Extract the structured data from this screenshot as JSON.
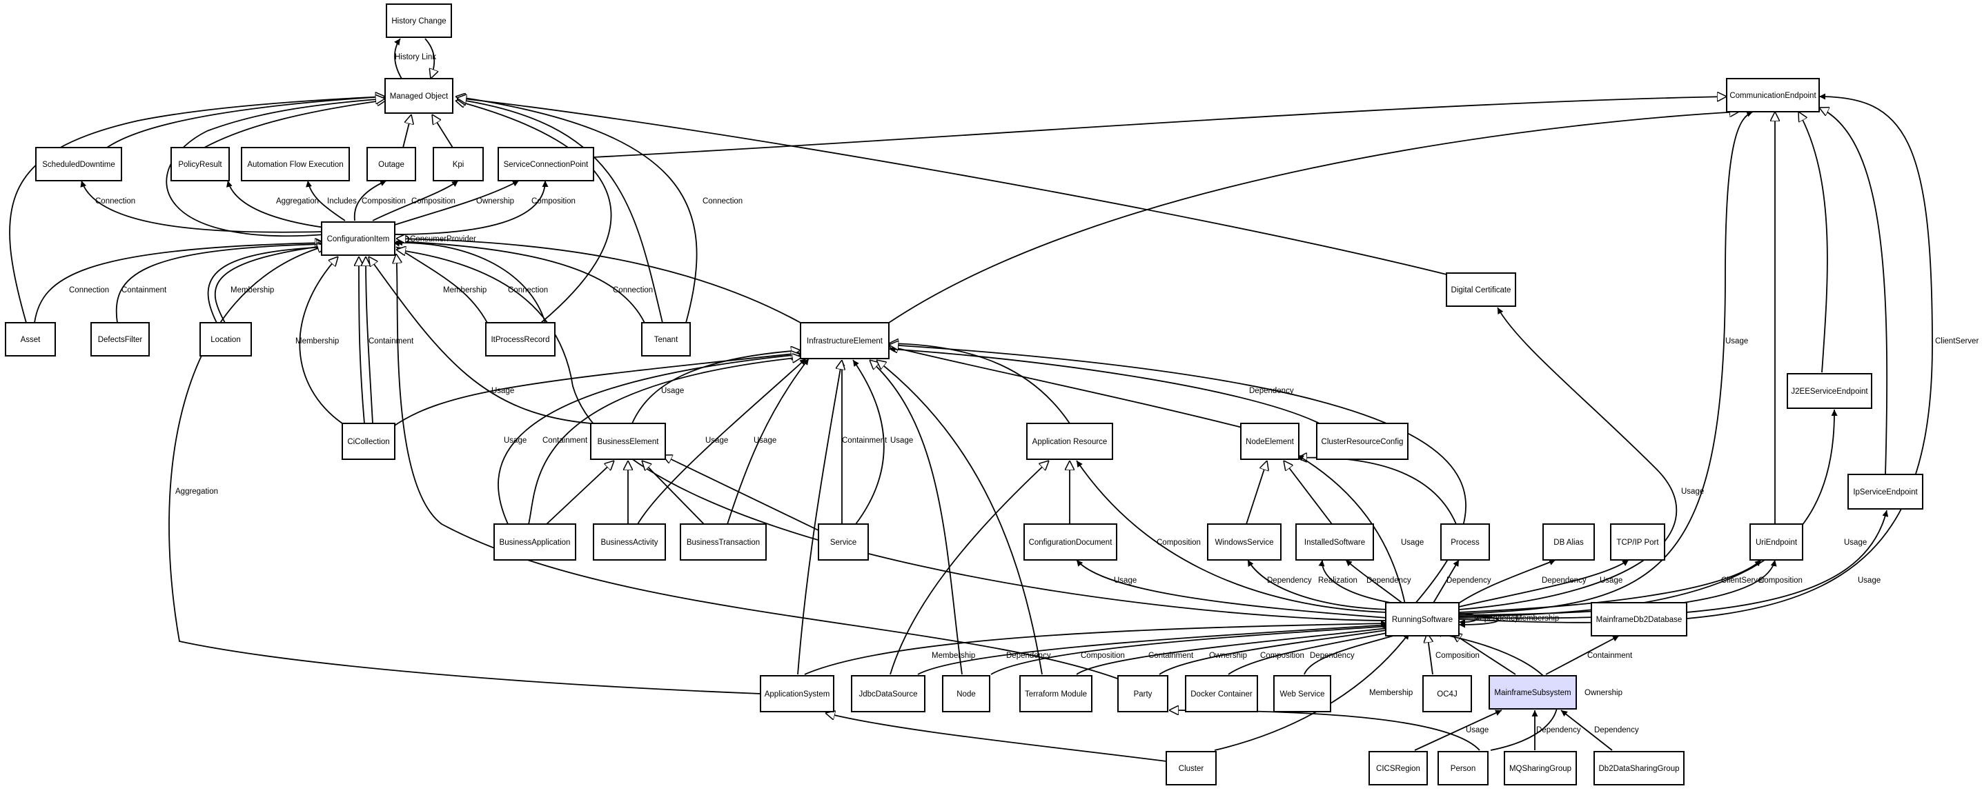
{
  "diagram": {
    "highlight_color": "#dcdcff",
    "nodes": {
      "history_change": "History Change",
      "managed_object": "Managed Object",
      "communication_endpoint": "CommunicationEndpoint",
      "scheduled_downtime": "ScheduledDowntime",
      "policy_result": "PolicyResult",
      "automation_flow_execution": "Automation Flow Execution",
      "outage": "Outage",
      "kpi": "Kpi",
      "service_connection_point": "ServiceConnectionPoint",
      "configuration_item": "ConfigurationItem",
      "asset": "Asset",
      "defects_filter": "DefectsFilter",
      "location": "Location",
      "it_process_record": "ItProcessRecord",
      "tenant": "Tenant",
      "infrastructure_element": "InfrastructureElement",
      "digital_certificate": "Digital Certificate",
      "ci_collection": "CiCollection",
      "business_element": "BusinessElement",
      "application_resource": "Application Resource",
      "node_element": "NodeElement",
      "cluster_resource_config": "ClusterResourceConfig",
      "j2ee_service_endpoint": "J2EEServiceEndpoint",
      "business_application": "BusinessApplication",
      "business_activity": "BusinessActivity",
      "business_transaction": "BusinessTransaction",
      "service": "Service",
      "configuration_document": "ConfigurationDocument",
      "windows_service": "WindowsService",
      "installed_software": "InstalledSoftware",
      "process": "Process",
      "db_alias": "DB Alias",
      "tcpip_port": "TCP/IP Port",
      "uri_endpoint": "UriEndpoint",
      "ip_service_endpoint": "IpServiceEndpoint",
      "running_software": "RunningSoftware",
      "mainframe_db2_database": "MainframeDb2Database",
      "application_system": "ApplicationSystem",
      "jdbc_data_source": "JdbcDataSource",
      "node": "Node",
      "terraform_module": "Terraform Module",
      "party": "Party",
      "docker_container": "Docker Container",
      "web_service": "Web Service",
      "oc4j": "OC4J",
      "mainframe_subsystem": "MainframeSubsystem",
      "cluster": "Cluster",
      "cics_region": "CICSRegion",
      "person": "Person",
      "mq_sharing_group": "MQSharingGroup",
      "db2_data_sharing_group": "Db2DataSharingGroup"
    },
    "edge_labels": {
      "history_link": "History Link",
      "consumer_provider": "ConsumerProvider",
      "ci_connection_scheduled": "Connection",
      "ci_aggregation_policy": "Aggregation",
      "ci_includes_automation": "Includes",
      "ci_composition_outage": "Composition",
      "ci_composition_kpi": "Composition",
      "ci_ownership_scp": "Ownership",
      "ci_composition_scp": "Composition",
      "ci_connection_tenant": "Connection",
      "ci_connection_asset": "Connection",
      "ci_containment_defects": "Containment",
      "ci_membership_location": "Membership",
      "ci_membership_itpr": "Membership",
      "ci_connection_itpr": "Connection",
      "ci_connection_tenant2": "Connection",
      "ci_membership_cicoll": "Membership",
      "ci_containment_cicoll": "Containment",
      "ci_usage_cicoll": "Usage",
      "ci_aggregation_appsys": "Aggregation",
      "ie_usage_be": "Usage",
      "ie_usage_bapp": "Usage",
      "ie_containment_bapp": "Containment",
      "ie_usage_bact": "Usage",
      "ie_usage_btx": "Usage",
      "ie_containment_service": "Containment",
      "ie_usage_service": "Usage",
      "ie_dependency_crc": "Dependency",
      "rs_composition_appres": "Composition",
      "rs_usage_confdoc": "Usage",
      "rs_dependency_winsvc": "Dependency",
      "rs_realization_instsw": "Realization",
      "rs_dependency_instsw": "Dependency",
      "rs_usage_nodeel": "Usage",
      "rs_dependency_process": "Dependency",
      "rs_dependency_dbalias": "Dependency",
      "rs_usage_tcpip": "Usage",
      "rs_clientserver_uri": "ClientServer",
      "rs_composition_uri": "Composition",
      "rs_usage_ipse": "Usage",
      "rs_usage_ipse2": "Usage",
      "rs_usage_j2ee": "Usage",
      "rs_usage_comm": "Usage",
      "rs_usage_digicert": "Usage",
      "rs_clientserver_comm": "ClientServer",
      "rs_dependency_self": "Dependency",
      "rs_membership_self": "Membership",
      "rs_membership_appsys": "Membership",
      "rs_dependency_jdbc": "Dependency",
      "rs_composition_node": "Composition",
      "rs_containment_terraform": "Containment",
      "rs_ownership_party": "Ownership",
      "rs_composition_docker": "Composition",
      "rs_dependency_websvc": "Dependency",
      "rs_membership_cluster": "Membership",
      "rs_composition_oc4j": "Composition",
      "ms_containment_mdb2": "Containment",
      "ms_ownership_person": "Ownership",
      "ms_usage_cics": "Usage",
      "ms_dependency_mq": "Dependency",
      "ms_dependency_db2dsg": "Dependency"
    }
  }
}
